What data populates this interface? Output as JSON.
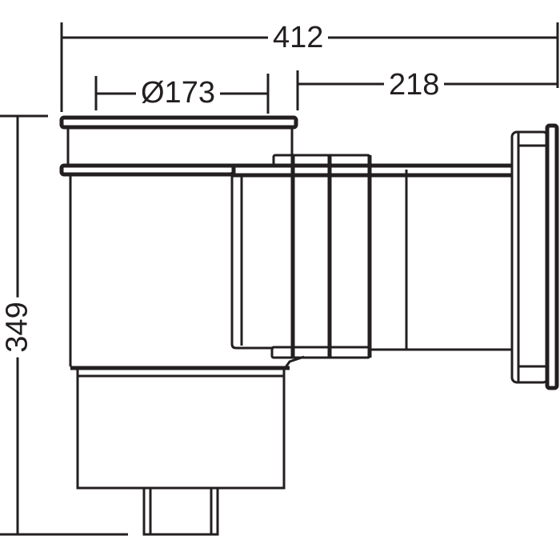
{
  "drawing": {
    "title": "Pool skimmer dimension drawing",
    "units_note": "",
    "dimensions": {
      "overall_width": "412",
      "mouth_diameter": "Ø173",
      "pipe_length": "218",
      "overall_height": "349"
    },
    "line_color": "#231f20"
  }
}
